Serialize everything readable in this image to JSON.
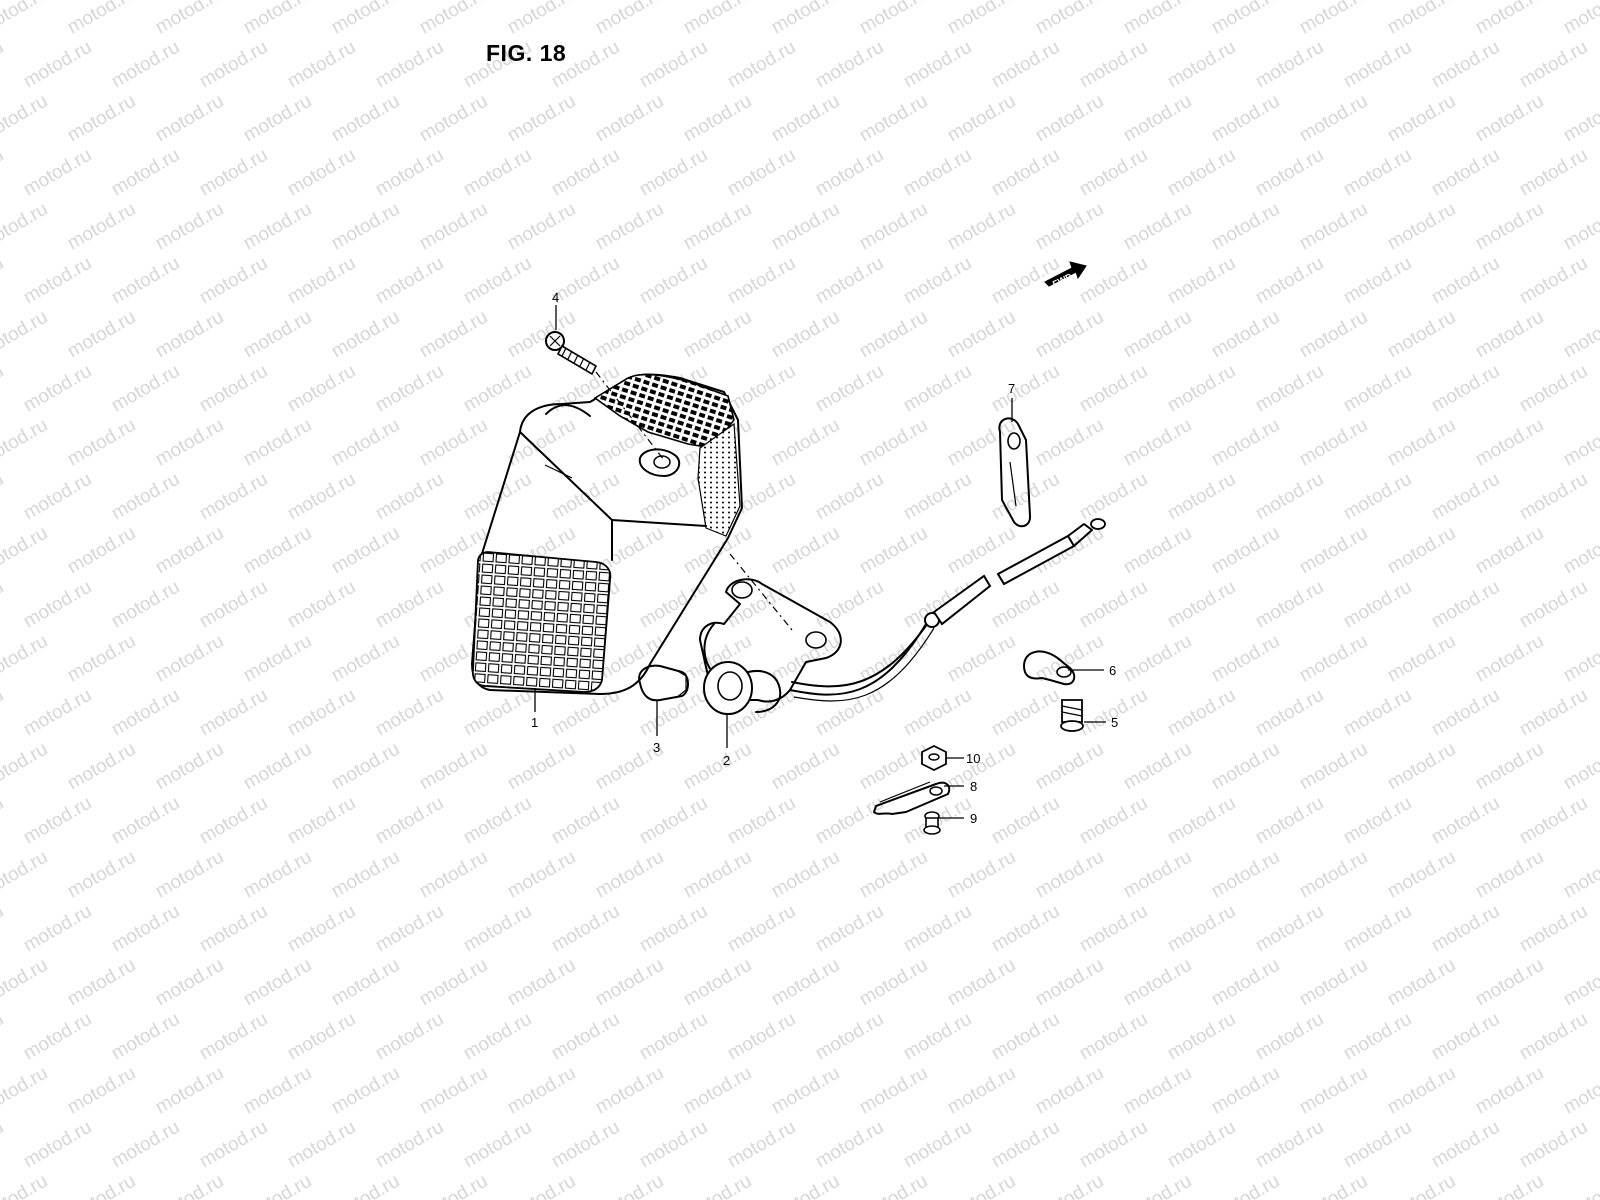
{
  "figure": {
    "title": "FIG. 18"
  },
  "watermark": {
    "text": "motod.ru",
    "color": "#d6d6d6"
  },
  "direction_marker": {
    "label": "FWD"
  },
  "callouts": [
    {
      "id": "1",
      "label": "1"
    },
    {
      "id": "2",
      "label": "2"
    },
    {
      "id": "3",
      "label": "3"
    },
    {
      "id": "4",
      "label": "4"
    },
    {
      "id": "5",
      "label": "5"
    },
    {
      "id": "6",
      "label": "6"
    },
    {
      "id": "7",
      "label": "7"
    },
    {
      "id": "8",
      "label": "8"
    },
    {
      "id": "9",
      "label": "9"
    },
    {
      "id": "10",
      "label": "10"
    }
  ]
}
